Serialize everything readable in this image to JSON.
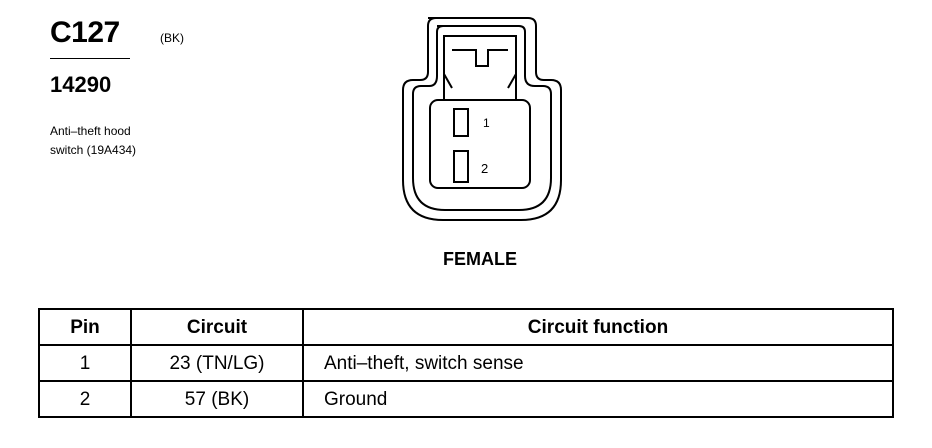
{
  "connector": {
    "id": "C127",
    "color_code": "(BK)",
    "part_number": "14290",
    "description_lines": [
      "Anti–theft hood",
      "switch (19A434)"
    ]
  },
  "diagram": {
    "view": "FEMALE",
    "pin_labels": [
      "1",
      "2"
    ]
  },
  "table": {
    "headers": {
      "pin": "Pin",
      "circuit": "Circuit",
      "function": "Circuit function"
    },
    "rows": [
      {
        "pin": "1",
        "circuit": "23 (TN/LG)",
        "function": "Anti–theft, switch sense"
      },
      {
        "pin": "2",
        "circuit": "57 (BK)",
        "function": "Ground"
      }
    ]
  }
}
